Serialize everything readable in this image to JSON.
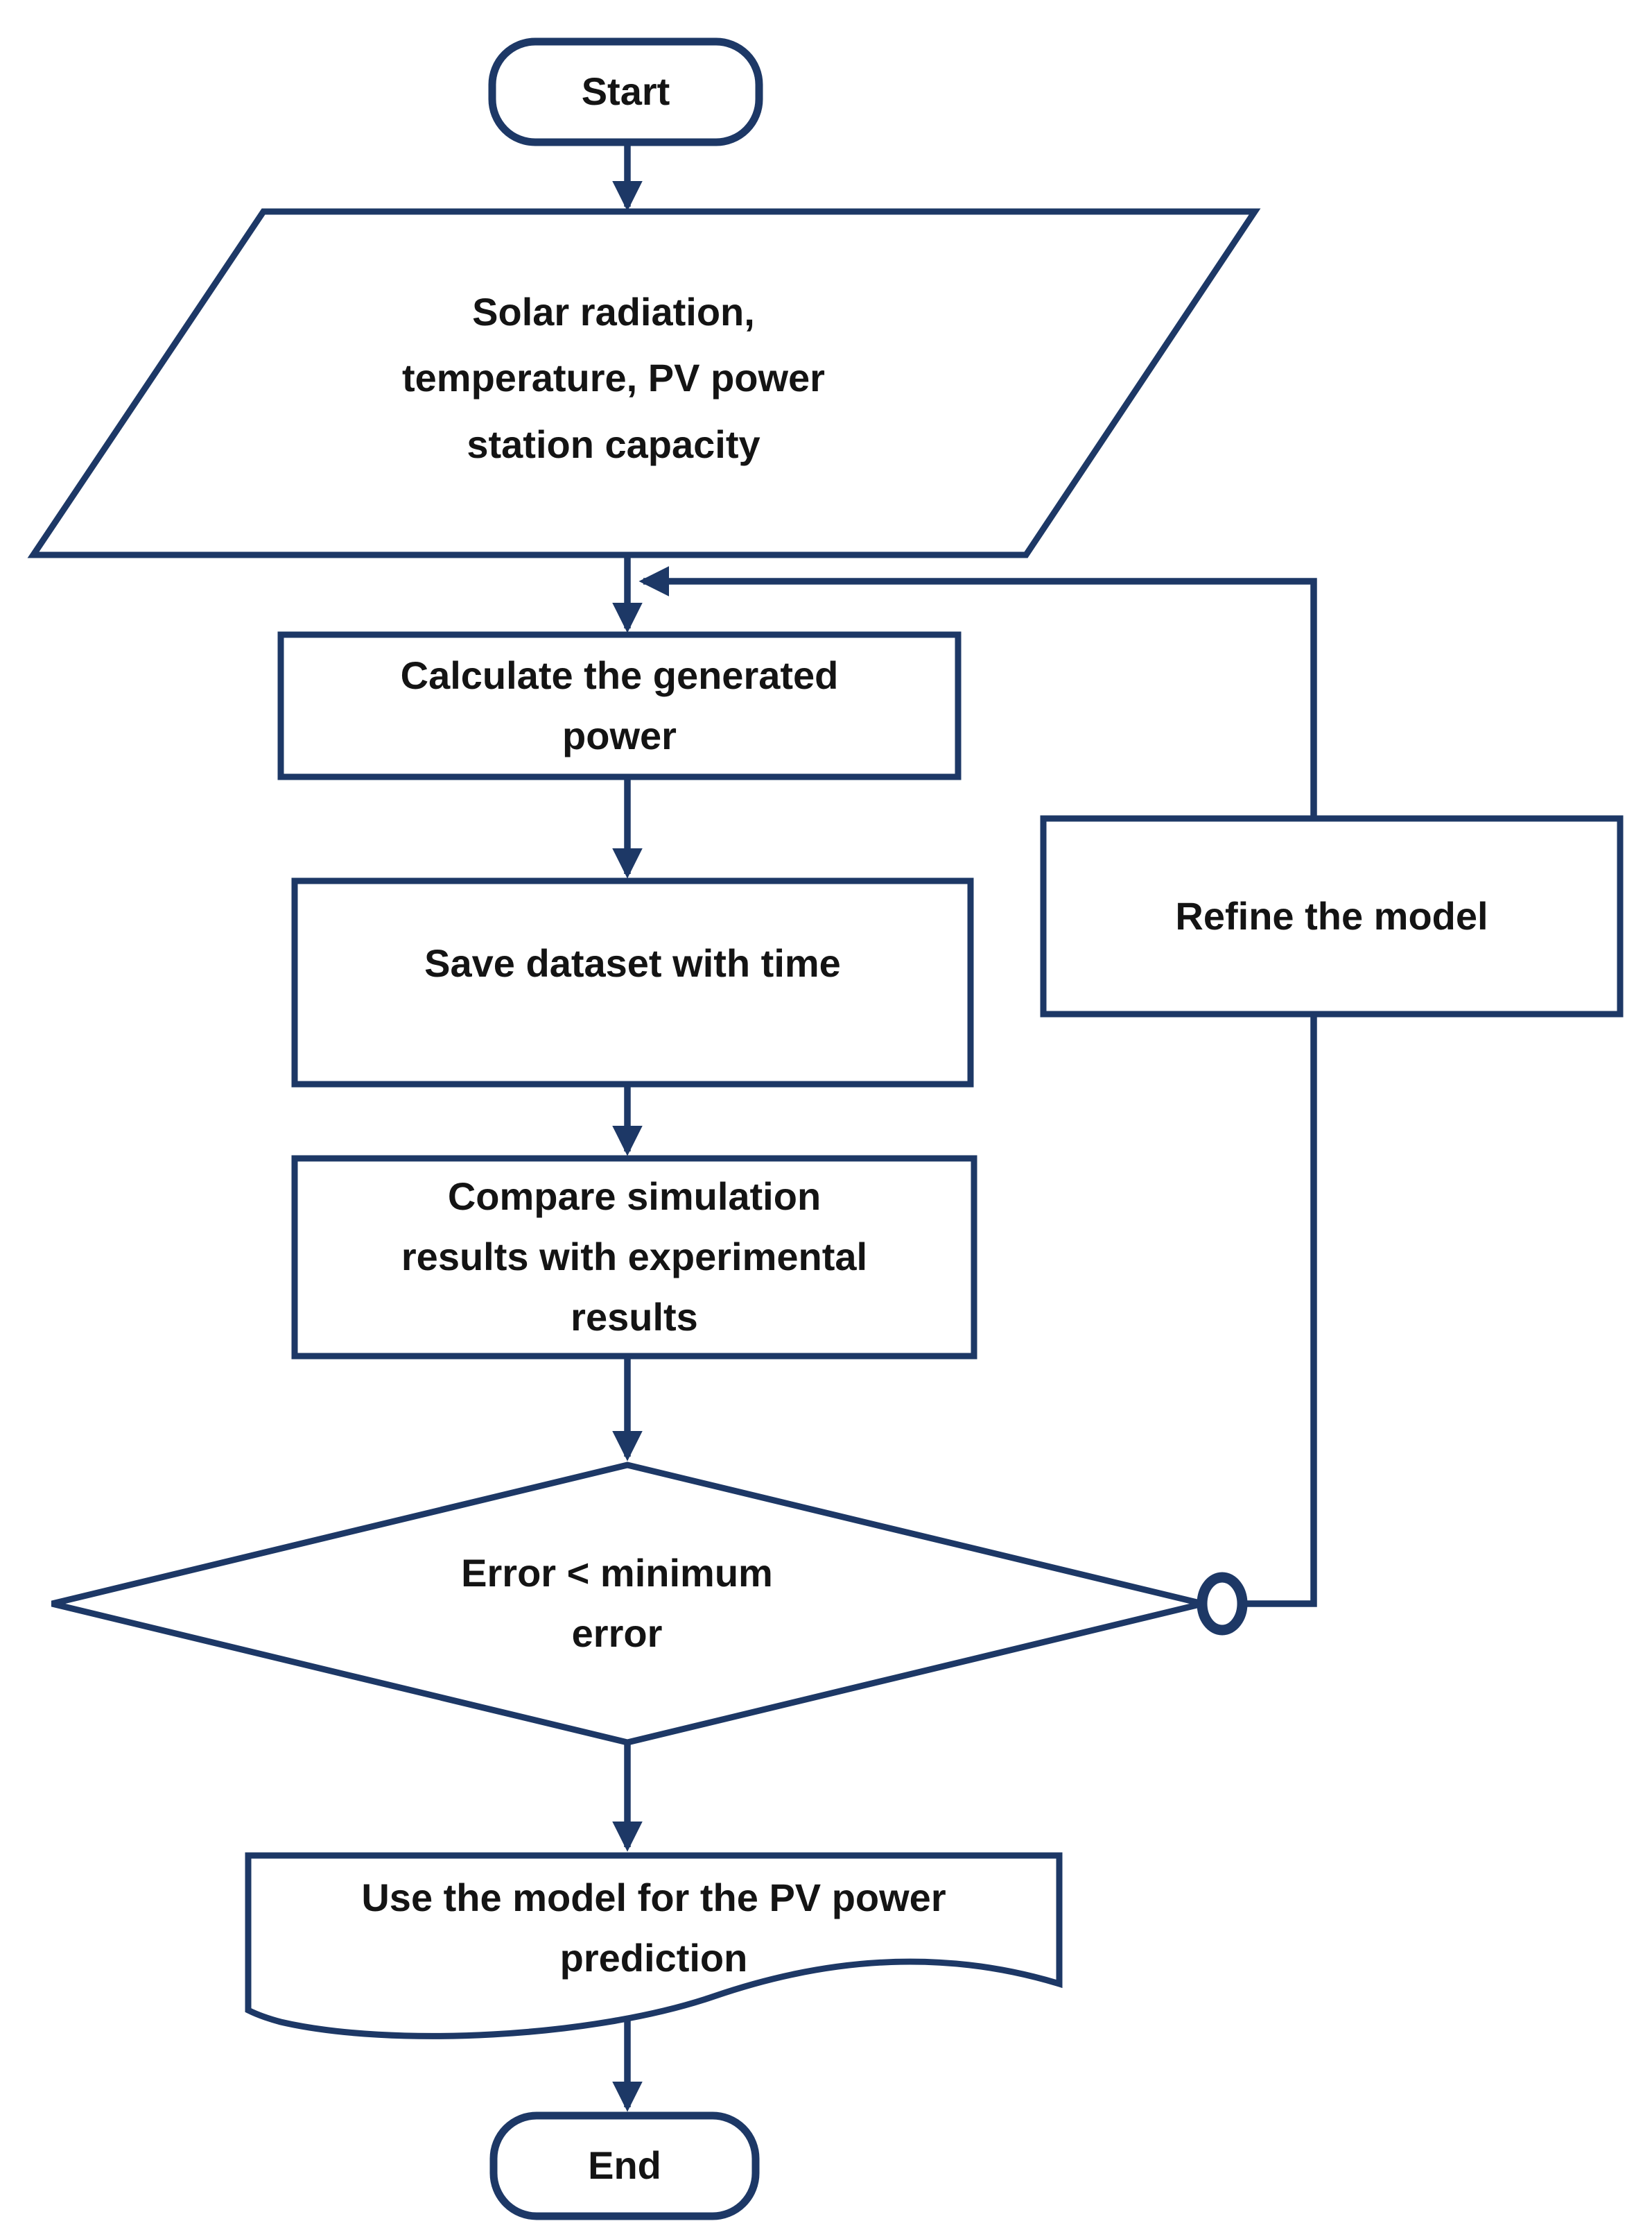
{
  "colors": {
    "stroke": "#1d3866",
    "text": "#141414",
    "background": "#ffffff"
  },
  "flowchart": {
    "nodes": {
      "start": {
        "label": "Start",
        "type": "terminator"
      },
      "input": {
        "label": "Solar radiation,\ntemperature, PV power\nstation capacity",
        "type": "input-output"
      },
      "calculate": {
        "label": "Calculate the generated\npower",
        "type": "process"
      },
      "save": {
        "label": "Save dataset with time",
        "type": "process"
      },
      "compare": {
        "label": "Compare simulation\nresults with experimental\nresults",
        "type": "process"
      },
      "decision": {
        "label": "Error < minimum\nerror",
        "type": "decision"
      },
      "refine": {
        "label": "Refine the model",
        "type": "process"
      },
      "use_model": {
        "label": "Use the model for the PV power\nprediction",
        "type": "document"
      },
      "end": {
        "label": "End",
        "type": "terminator"
      }
    }
  }
}
